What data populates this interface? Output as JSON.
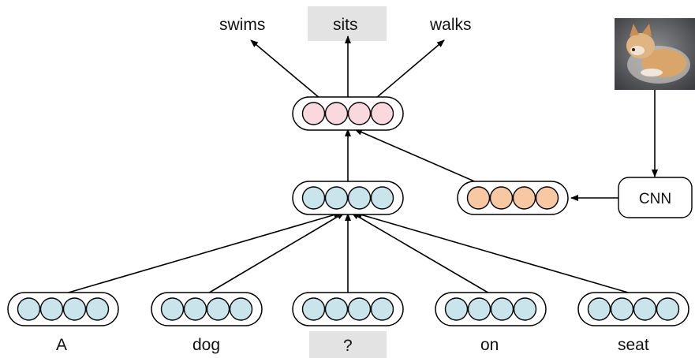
{
  "output_words": {
    "left": "swims",
    "center": "sits",
    "right": "walks"
  },
  "input_words": [
    "A",
    "dog",
    "?",
    "on",
    "seat"
  ],
  "cnn_label": "CNN",
  "image_icon": "dog-photo-icon",
  "colors": {
    "output_layer_fill": "#f9d9de",
    "hidden_layer_fill": "#c9e4ea",
    "image_feature_fill": "#f8c8a2",
    "input_layer_fill": "#c9e4ea",
    "highlight_box": "#e3e3e3",
    "stroke": "#000000"
  }
}
